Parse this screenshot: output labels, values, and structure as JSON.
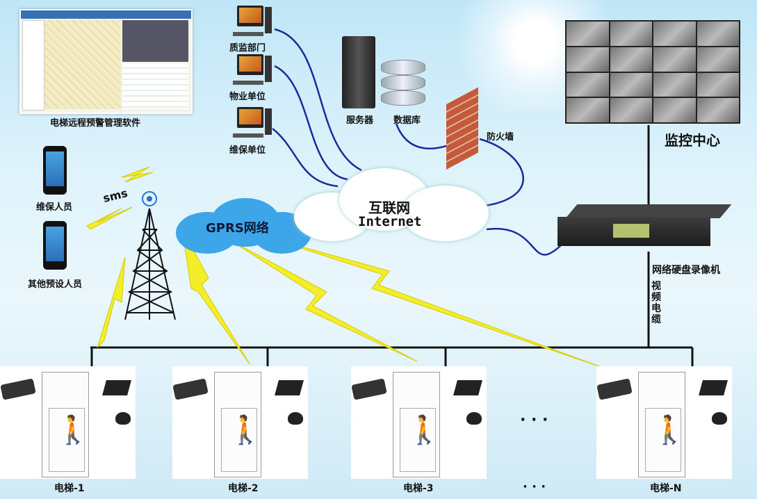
{
  "software": {
    "label": "电梯远程预警管理软件"
  },
  "phones": [
    {
      "label": "维保人员"
    },
    {
      "label": "其他预设人员"
    }
  ],
  "sms": {
    "label": "sms"
  },
  "pcs": [
    {
      "label": "质监部门"
    },
    {
      "label": "物业单位"
    },
    {
      "label": "维保单位"
    }
  ],
  "server": {
    "label": "服务器"
  },
  "database": {
    "label": "数据库"
  },
  "firewall": {
    "label": "防火墙"
  },
  "monitor_center": {
    "label": "监控中心"
  },
  "gprs": {
    "label": "GPRS网络"
  },
  "internet": {
    "label_cn": "互联网",
    "label_en": "Internet"
  },
  "nvr": {
    "label": "网络硬盘录像机"
  },
  "cable": {
    "label": "视频电缆"
  },
  "ellipsis": "· · ·",
  "elevators": [
    {
      "label": "电梯-1"
    },
    {
      "label": "电梯-2"
    },
    {
      "label": "电梯-3"
    },
    {
      "label": "电梯-N"
    }
  ],
  "colors": {
    "network_link": "#1a2a9a",
    "wireless_bolt": "#f3ee2a",
    "bus_line": "#111111",
    "cloud": "#ffffff",
    "gprs_cloud": "#3da6e8"
  }
}
